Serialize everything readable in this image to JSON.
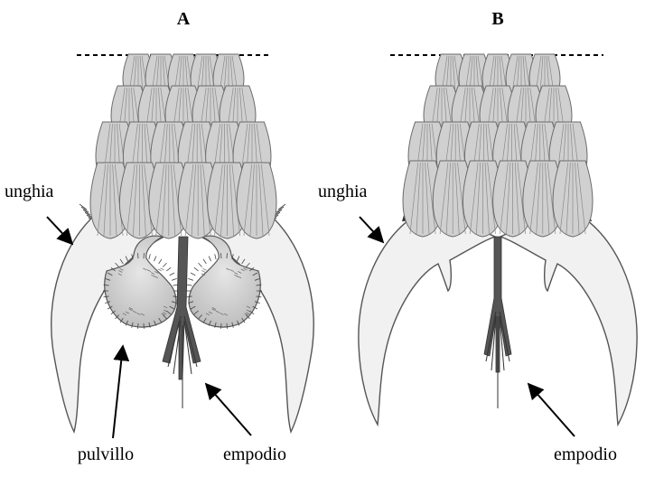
{
  "panels": [
    {
      "title": "A",
      "labels": {
        "claw": "unghia",
        "pad": "pulvillo",
        "empodium": "empodio"
      }
    },
    {
      "title": "B",
      "labels": {
        "claw": "unghia",
        "empodium": "empodio"
      }
    }
  ],
  "colors": {
    "scale_fill": "#d0d0d0",
    "scale_stroke": "#6a6a6a",
    "claw_fill": "#f0f0f0",
    "claw_stroke": "#555555",
    "pulvillus_fill": "#cfcfcf",
    "empodium_fill": "#555555"
  }
}
